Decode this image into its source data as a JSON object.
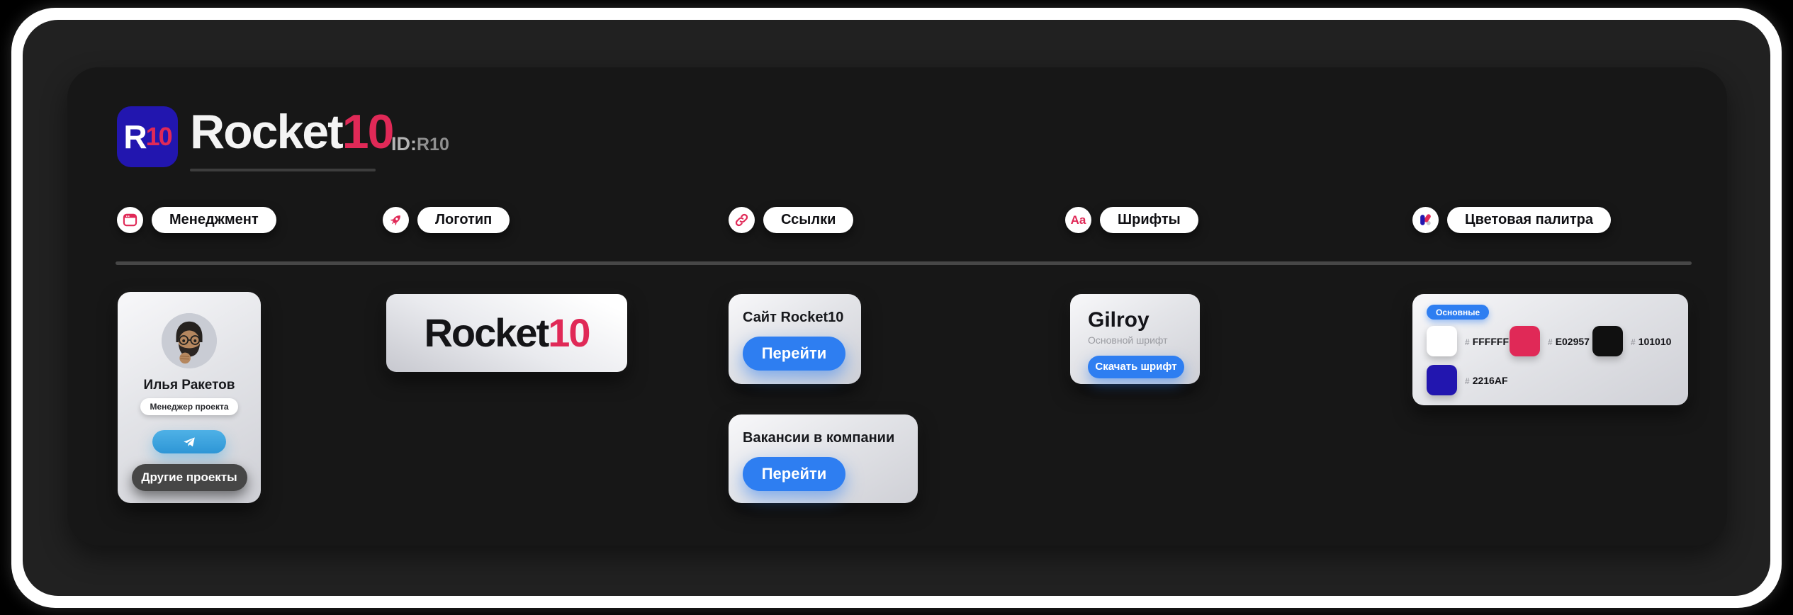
{
  "header": {
    "logo_badge": {
      "letter": "R",
      "number": "10"
    },
    "title": {
      "main": "Rocket",
      "accent": "10"
    },
    "project_id": {
      "label": "ID:",
      "value": "R10"
    }
  },
  "sections": {
    "management": {
      "label": "Менеджмент"
    },
    "logo": {
      "label": "Логотип"
    },
    "links": {
      "label": "Ссылки"
    },
    "fonts": {
      "label": "Шрифты"
    },
    "palette": {
      "label": "Цветовая палитра"
    }
  },
  "manager_card": {
    "name": "Илья Ракетов",
    "role": "Менеджер проекта",
    "other_projects_label": "Другие проекты"
  },
  "logo_card": {
    "text_main": "Rocket",
    "text_accent": "10"
  },
  "link_cards": {
    "site": {
      "title": "Сайт Rocket10",
      "button_label": "Перейти"
    },
    "jobs": {
      "title": "Вакансии в компании",
      "button_label": "Перейти"
    }
  },
  "font_card": {
    "font_name": "Gilroy",
    "subtitle": "Основной шрифт",
    "button_label": "Скачать шрифт"
  },
  "palette_card": {
    "badge": "Основные",
    "swatches": [
      {
        "prefix": "#",
        "hex": "FFFFFF",
        "color": "#FFFFFF"
      },
      {
        "prefix": "#",
        "hex": "E02957",
        "color": "#E02957"
      },
      {
        "prefix": "#",
        "hex": "101010",
        "color": "#101010"
      },
      {
        "prefix": "#",
        "hex": "2216AF",
        "color": "#2216AF"
      }
    ]
  },
  "colors": {
    "accent_red": "#E02957",
    "logo_blue": "#2216AF",
    "action_blue": "#2E7EF1",
    "telegram_blue": "#41A8E2",
    "panel_outer": "#212121",
    "panel_inner": "#171717"
  }
}
